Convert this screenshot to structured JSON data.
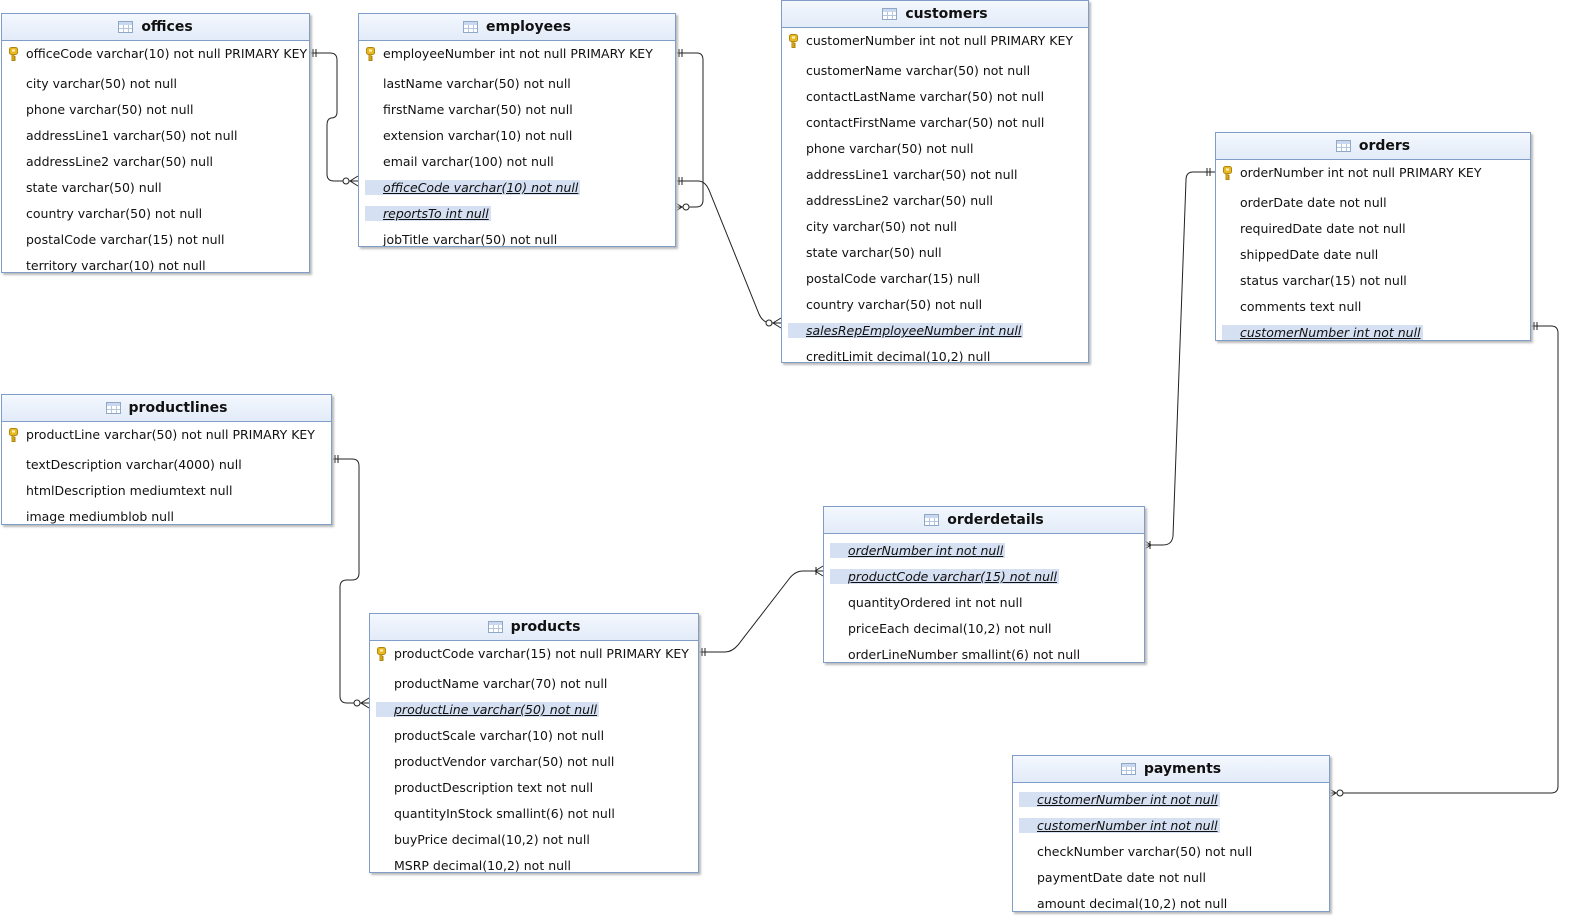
{
  "tables": {
    "offices": {
      "name": "offices",
      "columns": [
        {
          "text": "officeCode varchar(10) not null PRIMARY KEY",
          "pk": true
        },
        {
          "text": "city varchar(50) not null"
        },
        {
          "text": "phone varchar(50) not null"
        },
        {
          "text": "addressLine1 varchar(50) not null"
        },
        {
          "text": "addressLine2 varchar(50) null"
        },
        {
          "text": "state varchar(50) null"
        },
        {
          "text": "country varchar(50) not null"
        },
        {
          "text": "postalCode varchar(15) not null"
        },
        {
          "text": "territory varchar(10) not null"
        }
      ]
    },
    "employees": {
      "name": "employees",
      "columns": [
        {
          "text": "employeeNumber int not null PRIMARY KEY",
          "pk": true
        },
        {
          "text": "lastName varchar(50) not null"
        },
        {
          "text": "firstName varchar(50) not null"
        },
        {
          "text": "extension varchar(10) not null"
        },
        {
          "text": "email varchar(100) not null"
        },
        {
          "text": "officeCode varchar(10) not null",
          "fk": true
        },
        {
          "text": "reportsTo int null",
          "fk": true
        },
        {
          "text": "jobTitle varchar(50) not null"
        }
      ]
    },
    "customers": {
      "name": "customers",
      "columns": [
        {
          "text": "customerNumber int not null PRIMARY KEY",
          "pk": true
        },
        {
          "text": "customerName varchar(50) not null"
        },
        {
          "text": "contactLastName varchar(50) not null"
        },
        {
          "text": "contactFirstName varchar(50) not null"
        },
        {
          "text": "phone varchar(50) not null"
        },
        {
          "text": "addressLine1 varchar(50) not null"
        },
        {
          "text": "addressLine2 varchar(50) null"
        },
        {
          "text": "city varchar(50) not null"
        },
        {
          "text": "state varchar(50) null"
        },
        {
          "text": "postalCode varchar(15) null"
        },
        {
          "text": "country varchar(50) not null"
        },
        {
          "text": "salesRepEmployeeNumber int null",
          "fk": true
        },
        {
          "text": "creditLimit decimal(10,2) null"
        }
      ]
    },
    "orders": {
      "name": "orders",
      "columns": [
        {
          "text": "orderNumber int not null PRIMARY KEY",
          "pk": true
        },
        {
          "text": "orderDate date not null"
        },
        {
          "text": "requiredDate date not null"
        },
        {
          "text": "shippedDate date null"
        },
        {
          "text": "status varchar(15) not null"
        },
        {
          "text": "comments text null"
        },
        {
          "text": "customerNumber int not null",
          "fk": true
        }
      ]
    },
    "productlines": {
      "name": "productlines",
      "columns": [
        {
          "text": "productLine varchar(50) not null PRIMARY KEY",
          "pk": true
        },
        {
          "text": "textDescription varchar(4000) null"
        },
        {
          "text": "htmlDescription mediumtext null"
        },
        {
          "text": "image mediumblob null"
        }
      ]
    },
    "orderdetails": {
      "name": "orderdetails",
      "columns": [
        {
          "text": "orderNumber int not null",
          "fk": true
        },
        {
          "text": "productCode varchar(15) not null",
          "fk": true
        },
        {
          "text": "quantityOrdered int not null"
        },
        {
          "text": "priceEach decimal(10,2) not null"
        },
        {
          "text": "orderLineNumber smallint(6) not null"
        }
      ]
    },
    "products": {
      "name": "products",
      "columns": [
        {
          "text": "productCode varchar(15) not null PRIMARY KEY",
          "pk": true
        },
        {
          "text": "productName varchar(70) not null"
        },
        {
          "text": "productLine varchar(50) not null",
          "fk": true
        },
        {
          "text": "productScale varchar(10) not null"
        },
        {
          "text": "productVendor varchar(50) not null"
        },
        {
          "text": "productDescription text not null"
        },
        {
          "text": "quantityInStock smallint(6) not null"
        },
        {
          "text": "buyPrice decimal(10,2) not null"
        },
        {
          "text": "MSRP decimal(10,2) not null"
        }
      ]
    },
    "payments": {
      "name": "payments",
      "columns": [
        {
          "text": "customerNumber int not null",
          "fk": true
        },
        {
          "text": "customerNumber int not null",
          "fk": true
        },
        {
          "text": "checkNumber varchar(50) not null"
        },
        {
          "text": "paymentDate date not null"
        },
        {
          "text": "amount decimal(10,2) not null"
        }
      ]
    }
  },
  "colors": {
    "border": "#7f9dc6",
    "fk_highlight": "#d5e0f2",
    "key": "#e8b923",
    "line": "#222222"
  }
}
